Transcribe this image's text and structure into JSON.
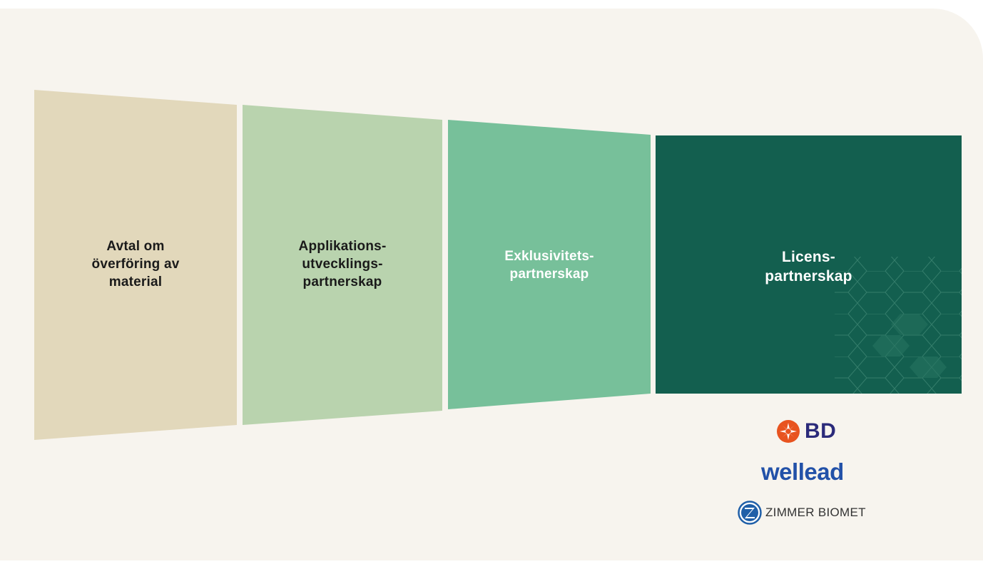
{
  "stages": [
    {
      "label_lines": [
        "Avtal om",
        "överföring av",
        "material"
      ],
      "color": "#e2d8bb",
      "text_color": "#1a1a1a"
    },
    {
      "label_lines": [
        "Applikations-",
        "utvecklings-",
        "partnerskap"
      ],
      "color": "#b9d3ae",
      "text_color": "#1a1a1a"
    },
    {
      "label_lines": [
        "Exklusivitets-",
        "partnerskap"
      ],
      "color": "#77c09a",
      "text_color": "#ffffff"
    },
    {
      "label_lines": [
        "Licens-",
        "partnerskap"
      ],
      "color": "#135f4f",
      "text_color": "#ffffff"
    }
  ],
  "partners": {
    "bd": {
      "text": "BD",
      "icon": "bd-starburst-icon",
      "color": "#e8531f",
      "text_color": "#2b2a7a"
    },
    "wellead": {
      "text": "wellead",
      "color": "#2251a8"
    },
    "zimmer": {
      "text": "ZIMMER BIOMET",
      "icon": "zimmer-z-icon",
      "color": "#1f5fa8"
    }
  }
}
